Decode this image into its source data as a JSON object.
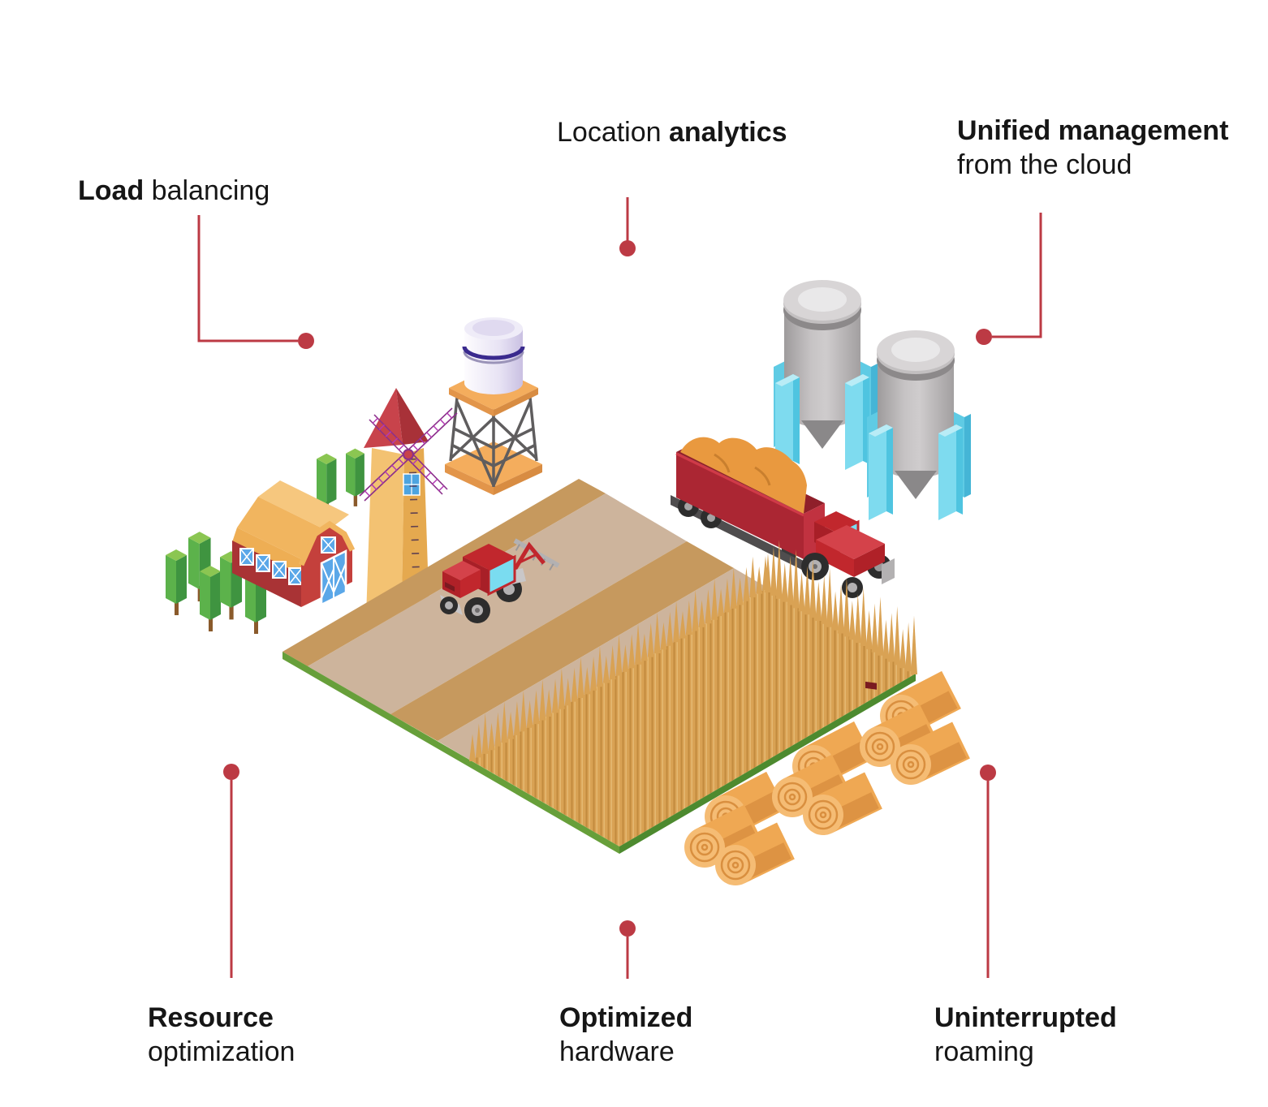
{
  "labels": {
    "load_balancing": {
      "bold": "Load",
      "rest": " balancing"
    },
    "location_analytics": {
      "lead": "Location ",
      "bold": "analytics"
    },
    "unified_management": {
      "bold": "Unified management",
      "rest": "from the cloud"
    },
    "resource_optimization": {
      "bold": "Resource",
      "rest": "optimization"
    },
    "optimized_hardware": {
      "bold": "Optimized",
      "rest": "hardware"
    },
    "uninterrupted_roaming": {
      "bold": "Uninterrupted",
      "rest": "roaming"
    }
  },
  "scene": {
    "objects": [
      "barn",
      "trees",
      "windmill",
      "water-tower",
      "grain-silos",
      "grain-truck",
      "field-tractor",
      "wheat-field",
      "hay-bales"
    ]
  },
  "colors": {
    "accent": "#bc3a44",
    "text": "#161616",
    "background": "#ffffff",
    "barn_red": "#c4403c",
    "barn_red_dark": "#a93335",
    "roof_orange": "#f1b55f",
    "tree_green": "#5cb24b",
    "tree_green_dark": "#3f9440",
    "tree_green_light": "#8bc652",
    "windmill_yellow": "#f3c272",
    "windmill_cap": "#c8434b",
    "blade_purple": "#8b2f8b",
    "tank_white": "#efecf8",
    "tank_ring": "#3a2a8e",
    "tower_orange": "#f4ad5d",
    "truss_gray": "#5f5d5e",
    "silo_gray": "#b5b2b3",
    "silo_leg_cyan": "#7edbef",
    "trailer_red": "#ab2633",
    "grain_orange": "#e9993f",
    "tractor_red": "#c1272d",
    "window_cyan": "#7adcf0",
    "field_light": "#cdb49c",
    "field_dark": "#c6995e",
    "wheat_gold": "#d9a254",
    "wheat_line": "#c28b3e",
    "edge_green": "#679f3a",
    "edge_green_dark": "#4d8a2f",
    "hay_orange": "#efa853",
    "hay_shadow": "#dd9343"
  }
}
